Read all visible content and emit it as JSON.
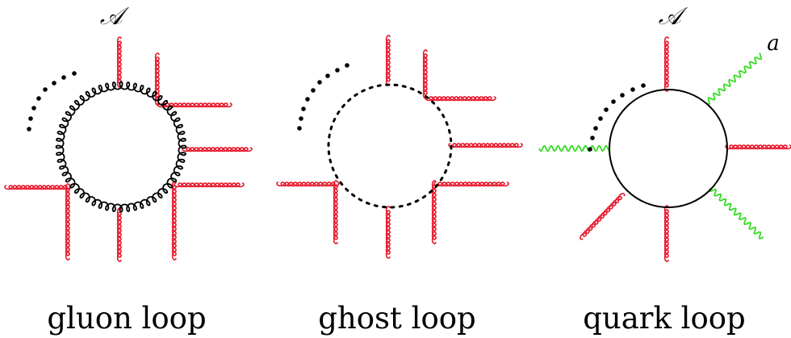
{
  "colors": {
    "gluon": "#e8182c",
    "loop": "#000000",
    "photon": "#33dd22"
  },
  "labels": {
    "field_A": "𝒜",
    "field_a": "a"
  },
  "captions": {
    "gluon": "gluon loop",
    "ghost": "ghost loop",
    "quark": "quark loop"
  }
}
